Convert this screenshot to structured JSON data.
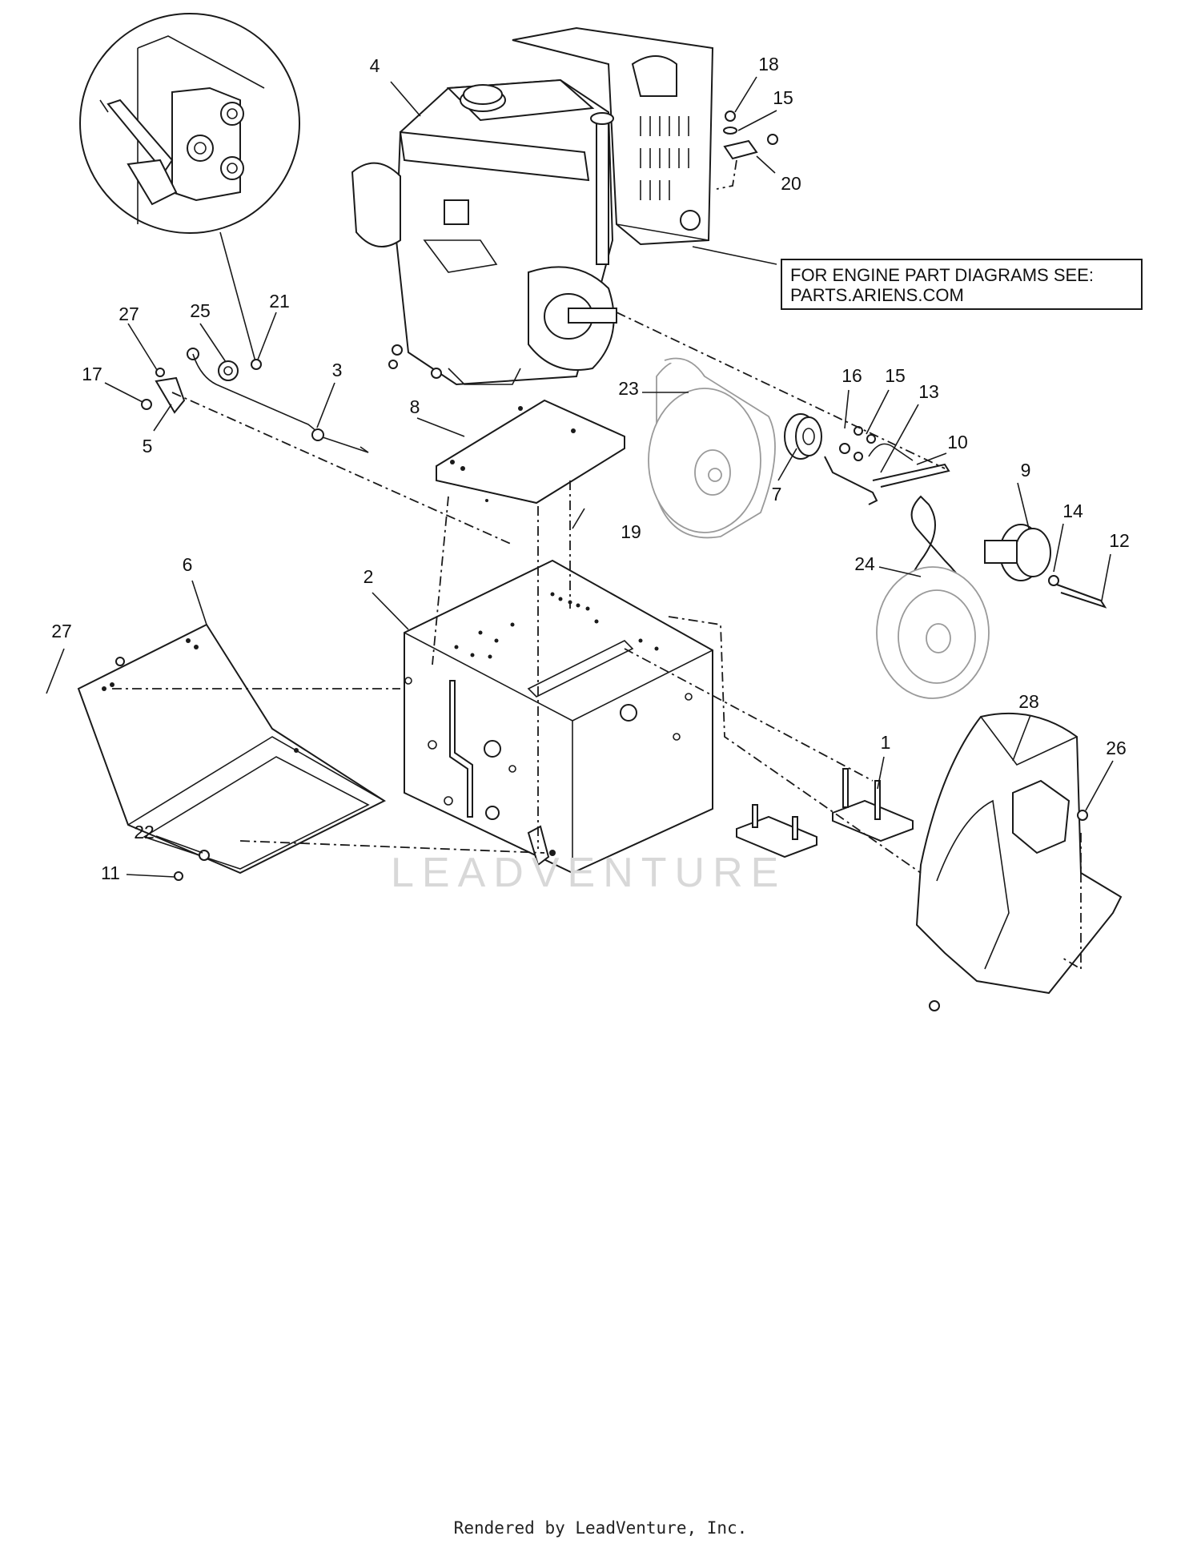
{
  "diagram": {
    "note_line1": "FOR ENGINE PART DIAGRAMS SEE:",
    "note_line2": "PARTS.ARIENS.COM",
    "watermark": "LEADVENTURE",
    "footer": "Rendered by LeadVenture, Inc.",
    "callouts": {
      "c1": "1",
      "c2": "2",
      "c3": "3",
      "c4": "4",
      "c5": "5",
      "c6": "6",
      "c7": "7",
      "c8": "8",
      "c9": "9",
      "c10": "10",
      "c11": "11",
      "c12": "12",
      "c13": "13",
      "c14": "14",
      "c15a": "15",
      "c15b": "15",
      "c16": "16",
      "c17": "17",
      "c18": "18",
      "c19": "19",
      "c20": "20",
      "c21": "21",
      "c22": "22",
      "c23": "23",
      "c24": "24",
      "c25": "25",
      "c26": "26",
      "c27a": "27",
      "c27b": "27",
      "c28": "28"
    }
  }
}
